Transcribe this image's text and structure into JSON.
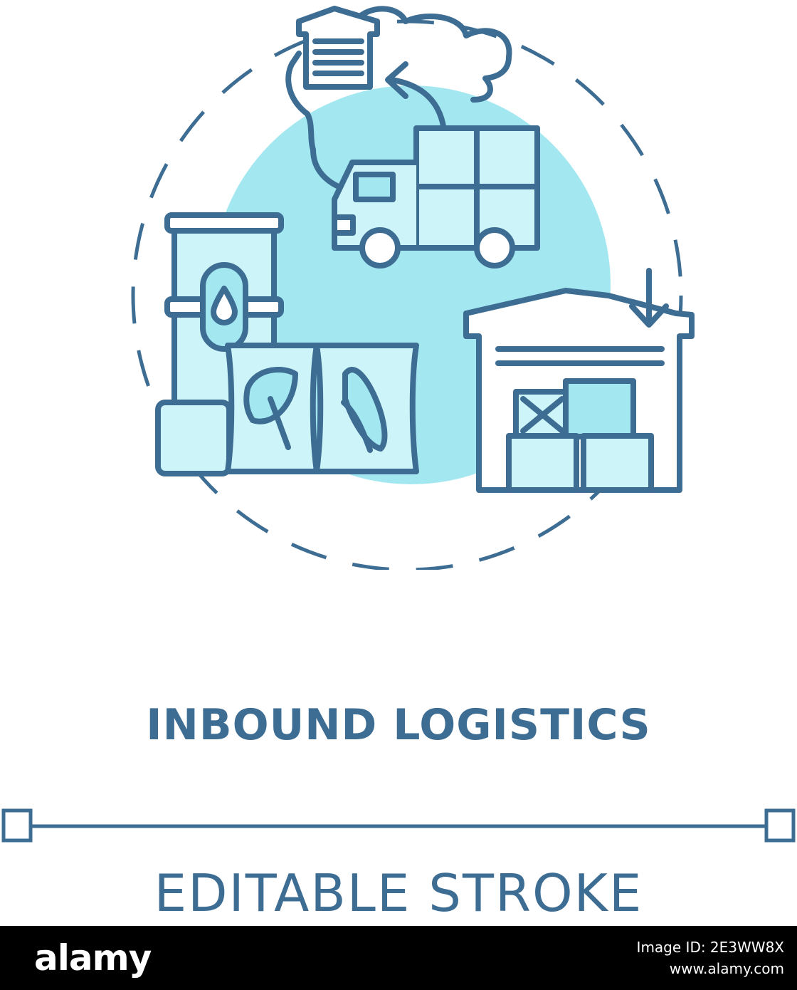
{
  "colors": {
    "stroke": "#3e6d93",
    "fill_light": "#a3e8f0",
    "fill_pale": "#cdf4f8",
    "background": "#ffffff",
    "footer_bg": "#000000",
    "footer_text": "#ffffff"
  },
  "illustration": {
    "icons": [
      "warehouse-icon",
      "truck-icon",
      "barrel-icon",
      "leaf-sack-icon",
      "corn-sack-icon",
      "storage-warehouse-icon",
      "smoke-cloud-icon"
    ]
  },
  "title": "INBOUND LOGISTICS",
  "stroke_label": "EDITABLE STROKE",
  "footer": {
    "brand": "alamy",
    "image_id": "Image ID: 2E3WW8X",
    "url": "www.alamy.com"
  }
}
